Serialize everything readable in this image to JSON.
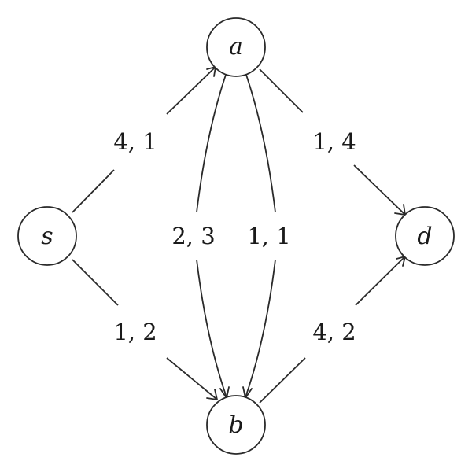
{
  "nodes": {
    "s": {
      "label": "s"
    },
    "a": {
      "label": "a"
    },
    "b": {
      "label": "b"
    },
    "d": {
      "label": "d"
    }
  },
  "edges": {
    "s_a": {
      "from": "s",
      "to": "a",
      "label": "4, 1"
    },
    "s_b": {
      "from": "s",
      "to": "b",
      "label": "1, 2"
    },
    "a_b_left": {
      "from": "a",
      "to": "b",
      "label": "2, 3"
    },
    "a_b_right": {
      "from": "a",
      "to": "b",
      "label": "1, 1"
    },
    "a_d": {
      "from": "a",
      "to": "d",
      "label": "1, 4"
    },
    "b_d": {
      "from": "b",
      "to": "d",
      "label": "4, 2"
    }
  },
  "colors": {
    "stroke": "#2a2a2a",
    "text": "#1a1a1a",
    "background": "#ffffff"
  }
}
